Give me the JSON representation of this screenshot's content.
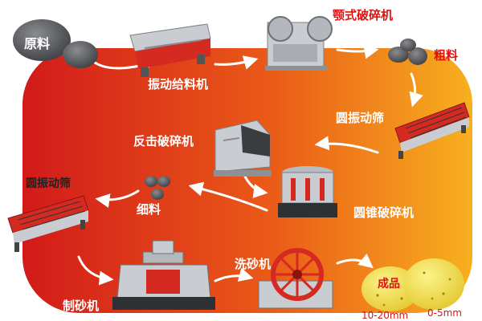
{
  "labels": {
    "raw_material": "原料",
    "vibrating_feeder": "振动给料机",
    "jaw_crusher": "颚式破碎机",
    "coarse_material": "粗料",
    "circular_screen_1": "圆振动筛",
    "impact_crusher": "反击破碎机",
    "cone_crusher": "圆锥破碎机",
    "fine_material": "细料",
    "circular_screen_2": "圆振动筛",
    "sand_maker": "制砂机",
    "sand_washer": "洗砂机",
    "finished_product": "成品",
    "size_coarse": "10-20mm",
    "size_fine": "0-5mm"
  },
  "colors": {
    "bg_left": "#d41e1e",
    "bg_right": "#f5a21c",
    "machine_red": "#d42a22",
    "machine_gray": "#c9ccd1",
    "product_yellow": "#f2e24a"
  }
}
